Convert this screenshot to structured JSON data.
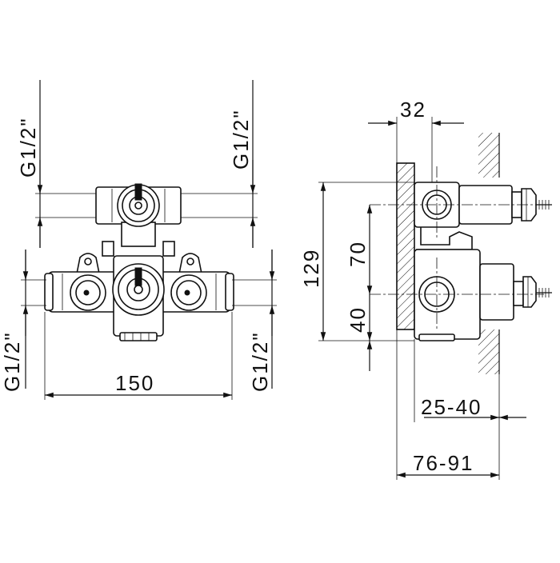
{
  "drawing": {
    "front_view": {
      "top_left_thread": "G1/2\"",
      "top_right_thread": "G1/2\"",
      "bottom_left_thread": "G1/2\"",
      "bottom_right_thread": "G1/2\"",
      "width_dim": "150"
    },
    "side_view": {
      "top_depth_dim": "32",
      "height_dim": "129",
      "spacing_dim": "70",
      "lower_dim": "40",
      "wall_range_dim": "25-40",
      "total_depth_dim": "76-91"
    }
  }
}
